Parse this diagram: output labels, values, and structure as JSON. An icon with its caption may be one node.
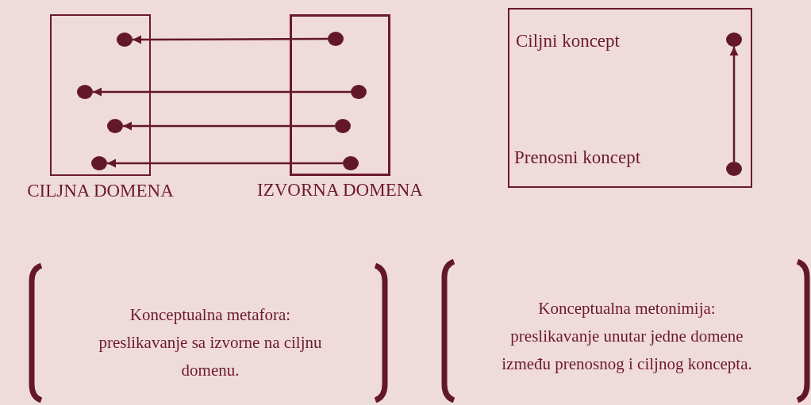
{
  "diagram": {
    "nodes": [
      {
        "text": [
          "CILJNA DOMENA"
        ]
      },
      {
        "text": [
          "IZVORNA DOMENA"
        ]
      },
      {
        "text": [],
        "shape": "circle",
        "in": 0
      },
      {
        "text": [],
        "shape": "circle",
        "in": 0
      },
      {
        "text": [],
        "shape": "circle",
        "in": 0
      },
      {
        "text": [],
        "shape": "circle",
        "in": 0
      },
      {
        "text": [],
        "shape": "circle",
        "in": 1
      },
      {
        "text": [],
        "shape": "circle",
        "in": 1
      },
      {
        "text": [],
        "shape": "circle",
        "in": 1
      },
      {
        "text": [],
        "shape": "circle",
        "in": 1
      },
      {
        "text": [],
        "shape": "box"
      },
      {
        "text": [],
        "shape": "circle",
        "in": 10
      },
      {
        "text": [],
        "shape": "circle",
        "in": 10
      }
    ],
    "edges": [
      {
        "from": 6,
        "to": 2,
        "arrow": "to"
      },
      {
        "from": 7,
        "to": 3,
        "arrow": "to"
      },
      {
        "from": 8,
        "to": 4,
        "arrow": "to"
      },
      {
        "from": 9,
        "to": 5,
        "arrow": "to"
      },
      {
        "from": 12,
        "to": 11,
        "arrow": "to"
      }
    ],
    "labels": [
      "Ciljni koncept",
      "Prenosni koncept",
      "Konceptualna metafora:",
      "preslikavanje sa izvorne na ciljnu domenu.",
      "Konceptualna metonimija:",
      "preslikavanje unutar jedne domene između prenosnog i ciljnog koncepta."
    ]
  }
}
